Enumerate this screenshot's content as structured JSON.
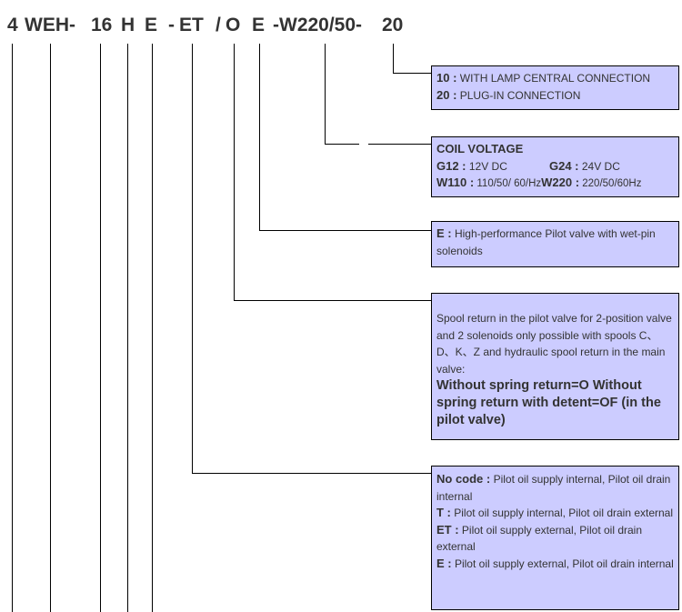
{
  "model_code": {
    "segments": [
      "4",
      "WEH-",
      "16",
      "H",
      "E",
      "-",
      "ET",
      "/",
      "O",
      "E",
      "-W220/50-",
      "20"
    ]
  },
  "boxes": {
    "connection": {
      "items": [
        {
          "code": "10 :",
          "text": "WITH LAMP CENTRAL CONNECTION"
        },
        {
          "code": "20 :",
          "text": "PLUG-IN CONNECTION"
        }
      ]
    },
    "coil": {
      "title": "COIL VOLTAGE",
      "items": [
        {
          "code": "G12 :",
          "text": "12V DC"
        },
        {
          "code": "G24 :",
          "text": "24V DC"
        },
        {
          "code": "W110 :",
          "text": "110/50/ 60/Hz"
        },
        {
          "code": "W220 :",
          "text": "220/50/60Hz"
        }
      ]
    },
    "pilot": {
      "code": "E :",
      "text": "High-performance Pilot valve with wet-pin solenoids"
    },
    "spool": {
      "text": "Spool return in the pilot valve for 2-position valve and 2 solenoids only possible with spools C、D、K、Z and hydraulic spool return in the main valve:",
      "bold": "Without spring return=O Without spring return with detent=OF (in the pilot valve)"
    },
    "oil": {
      "items": [
        {
          "code": "No code :",
          "text": "Pilot oil supply internal, Pilot oil drain internal"
        },
        {
          "code": "T :",
          "text": "Pilot oil supply internal, Pilot oil drain external"
        },
        {
          "code": "ET :",
          "text": "Pilot oil supply external, Pilot oil drain external"
        },
        {
          "code": "E :",
          "text": "Pilot oil supply external, Pilot oil drain internal"
        }
      ]
    }
  },
  "colors": {
    "box_fill": "#ccccff",
    "text": "#333333"
  }
}
